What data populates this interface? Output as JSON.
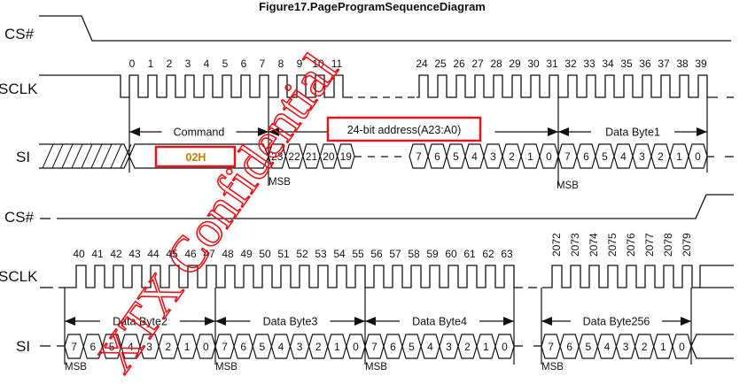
{
  "title": "Figure17.PageProgramSequenceDiagram",
  "watermark": "XTX Confidential",
  "colors": {
    "line": "#111111",
    "highlight": "#e8141a",
    "cmd_text": "#c08000"
  },
  "top": {
    "signals": {
      "cs": "CS#",
      "sclk": "SCLK",
      "si": "SI"
    },
    "clock_groups": [
      {
        "labels": [
          "0",
          "1",
          "2",
          "3",
          "4",
          "5",
          "6",
          "7",
          "8",
          "9",
          "10",
          "11"
        ]
      },
      {
        "labels": [
          "24",
          "25",
          "26",
          "27",
          "28",
          "29",
          "30",
          "31",
          "32",
          "33",
          "34",
          "35",
          "36",
          "37",
          "38",
          "39"
        ]
      }
    ],
    "command": {
      "label": "Command",
      "value": "02H"
    },
    "address": {
      "label": "24-bit address(A23:A0)",
      "bits_head": [
        "23",
        "22",
        "21",
        "20",
        "19"
      ],
      "bits_tail": [
        "7",
        "6",
        "5",
        "4",
        "3",
        "2",
        "1",
        "0"
      ]
    },
    "data_byte": {
      "label": "Data Byte1",
      "bits": [
        "7",
        "6",
        "5",
        "4",
        "3",
        "2",
        "1",
        "0"
      ]
    },
    "msb_labels": [
      "MSB",
      "MSB"
    ]
  },
  "bottom": {
    "signals": {
      "cs": "CS#",
      "sclk": "SCLK",
      "si": "SI"
    },
    "clock_groups": [
      {
        "labels": [
          "40",
          "41",
          "42",
          "43",
          "44",
          "45",
          "46",
          "47",
          "48",
          "49",
          "50",
          "51",
          "52",
          "53",
          "54",
          "55",
          "56",
          "57",
          "58",
          "59",
          "60",
          "61",
          "62",
          "63"
        ]
      },
      {
        "labels": [
          "2072",
          "2073",
          "2074",
          "2075",
          "2076",
          "2077",
          "2078",
          "2079"
        ]
      }
    ],
    "data_bytes": [
      {
        "label": "Data Byte2",
        "bits": [
          "7",
          "6",
          "5",
          "4",
          "3",
          "2",
          "1",
          "0"
        ],
        "msb": "MSB"
      },
      {
        "label": "Data Byte3",
        "bits": [
          "7",
          "6",
          "5",
          "4",
          "3",
          "2",
          "1",
          "0"
        ],
        "msb": "MSB"
      },
      {
        "label": "Data Byte4",
        "bits": [
          "7",
          "6",
          "5",
          "4",
          "3",
          "2",
          "1",
          "0"
        ],
        "msb": "MSB"
      },
      {
        "label": "Data Byte256",
        "bits": [
          "7",
          "6",
          "5",
          "4",
          "3",
          "2",
          "1",
          "0"
        ],
        "msb": "MSB"
      }
    ]
  }
}
